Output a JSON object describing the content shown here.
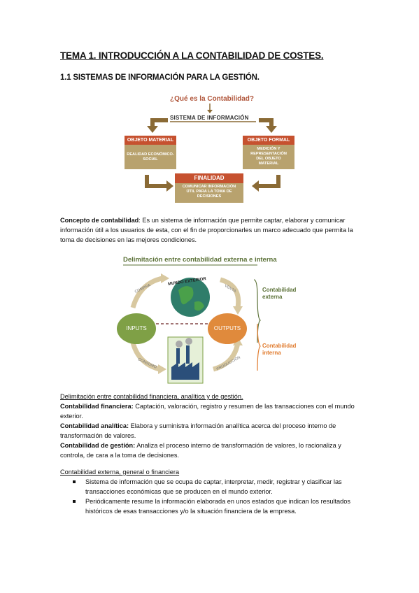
{
  "heading": "TEMA 1. INTRODUCCIÓN A LA CONTABILIDAD DE COSTES.",
  "subheading": "1.1 SISTEMAS DE INFORMACIÓN PARA LA GESTIÓN.",
  "diagram1": {
    "title": "¿Qué es la Contabilidad?",
    "system": "SISTEMA DE INFORMACIÓN",
    "material_head": "OBJETO MATERIAL",
    "material_body": "REALIDAD ECONÓMICO-SOCIAL",
    "formal_head": "OBJETO FORMAL",
    "formal_body": "MEDICIÓN Y REPRESENTACIÓN DEL OBJETO MATERIAL",
    "finalidad_head": "FINALIDAD",
    "finalidad_body": "COMUNICAR INFORMACIÓN ÚTIL PARA LA TOMA DE DECISIONES",
    "colors": {
      "head": "#c6512f",
      "body": "#b8a26e",
      "arrow": "#8a6a35"
    }
  },
  "concepto": {
    "label": "Concepto de contabilidad",
    "text": ": Es un sistema de información que permite captar, elaborar y comunicar información útil a los usuarios de esta, con el fin de proporcionarles un marco adecuado que permita la toma de decisiones en las mejores condiciones."
  },
  "diagram2": {
    "title": "Delimitación entre contabilidad externa e interna",
    "world": "MUNDO EXTERIOR",
    "inputs": "INPUTS",
    "outputs": "OUTPUTS",
    "compra": "COMPRA",
    "venta": "VENTA",
    "consumo": "CONSUMO",
    "produccion": "PRODUCCIÓN",
    "externa": "Contabilidad externa",
    "interna": "Contabilidad interna",
    "colors": {
      "green": "#5a7036",
      "orange": "#e07a2c",
      "inputs": "#7fa046",
      "outputs": "#e08a3c"
    }
  },
  "delimitacion": {
    "title": "Delimitación entre contabilidad financiera, analítica y de gestión.",
    "items": [
      {
        "label": "Contabilidad financiera:",
        "text": " Captación, valoración, registro y resumen de las transacciones con el mundo exterior."
      },
      {
        "label": "Contabilidad analítica:",
        "text": " Elabora y suministra información analítica acerca del proceso interno de transformación de valores."
      },
      {
        "label": "Contabilidad de gestión:",
        "text": " Analiza el proceso interno de transformación de valores, lo racionaliza y controla, de cara a la toma de decisiones."
      }
    ]
  },
  "externa_section": {
    "title": "Contabilidad externa, general o financiera",
    "bullets": [
      "Sistema de información que se ocupa de captar, interpretar, medir, registrar y clasificar las transacciones económicas que se producen en el mundo exterior.",
      "Periódicamente resume la información elaborada en unos estados que indican los resultados históricos de esas transacciones y/o la situación financiera de la empresa."
    ]
  }
}
